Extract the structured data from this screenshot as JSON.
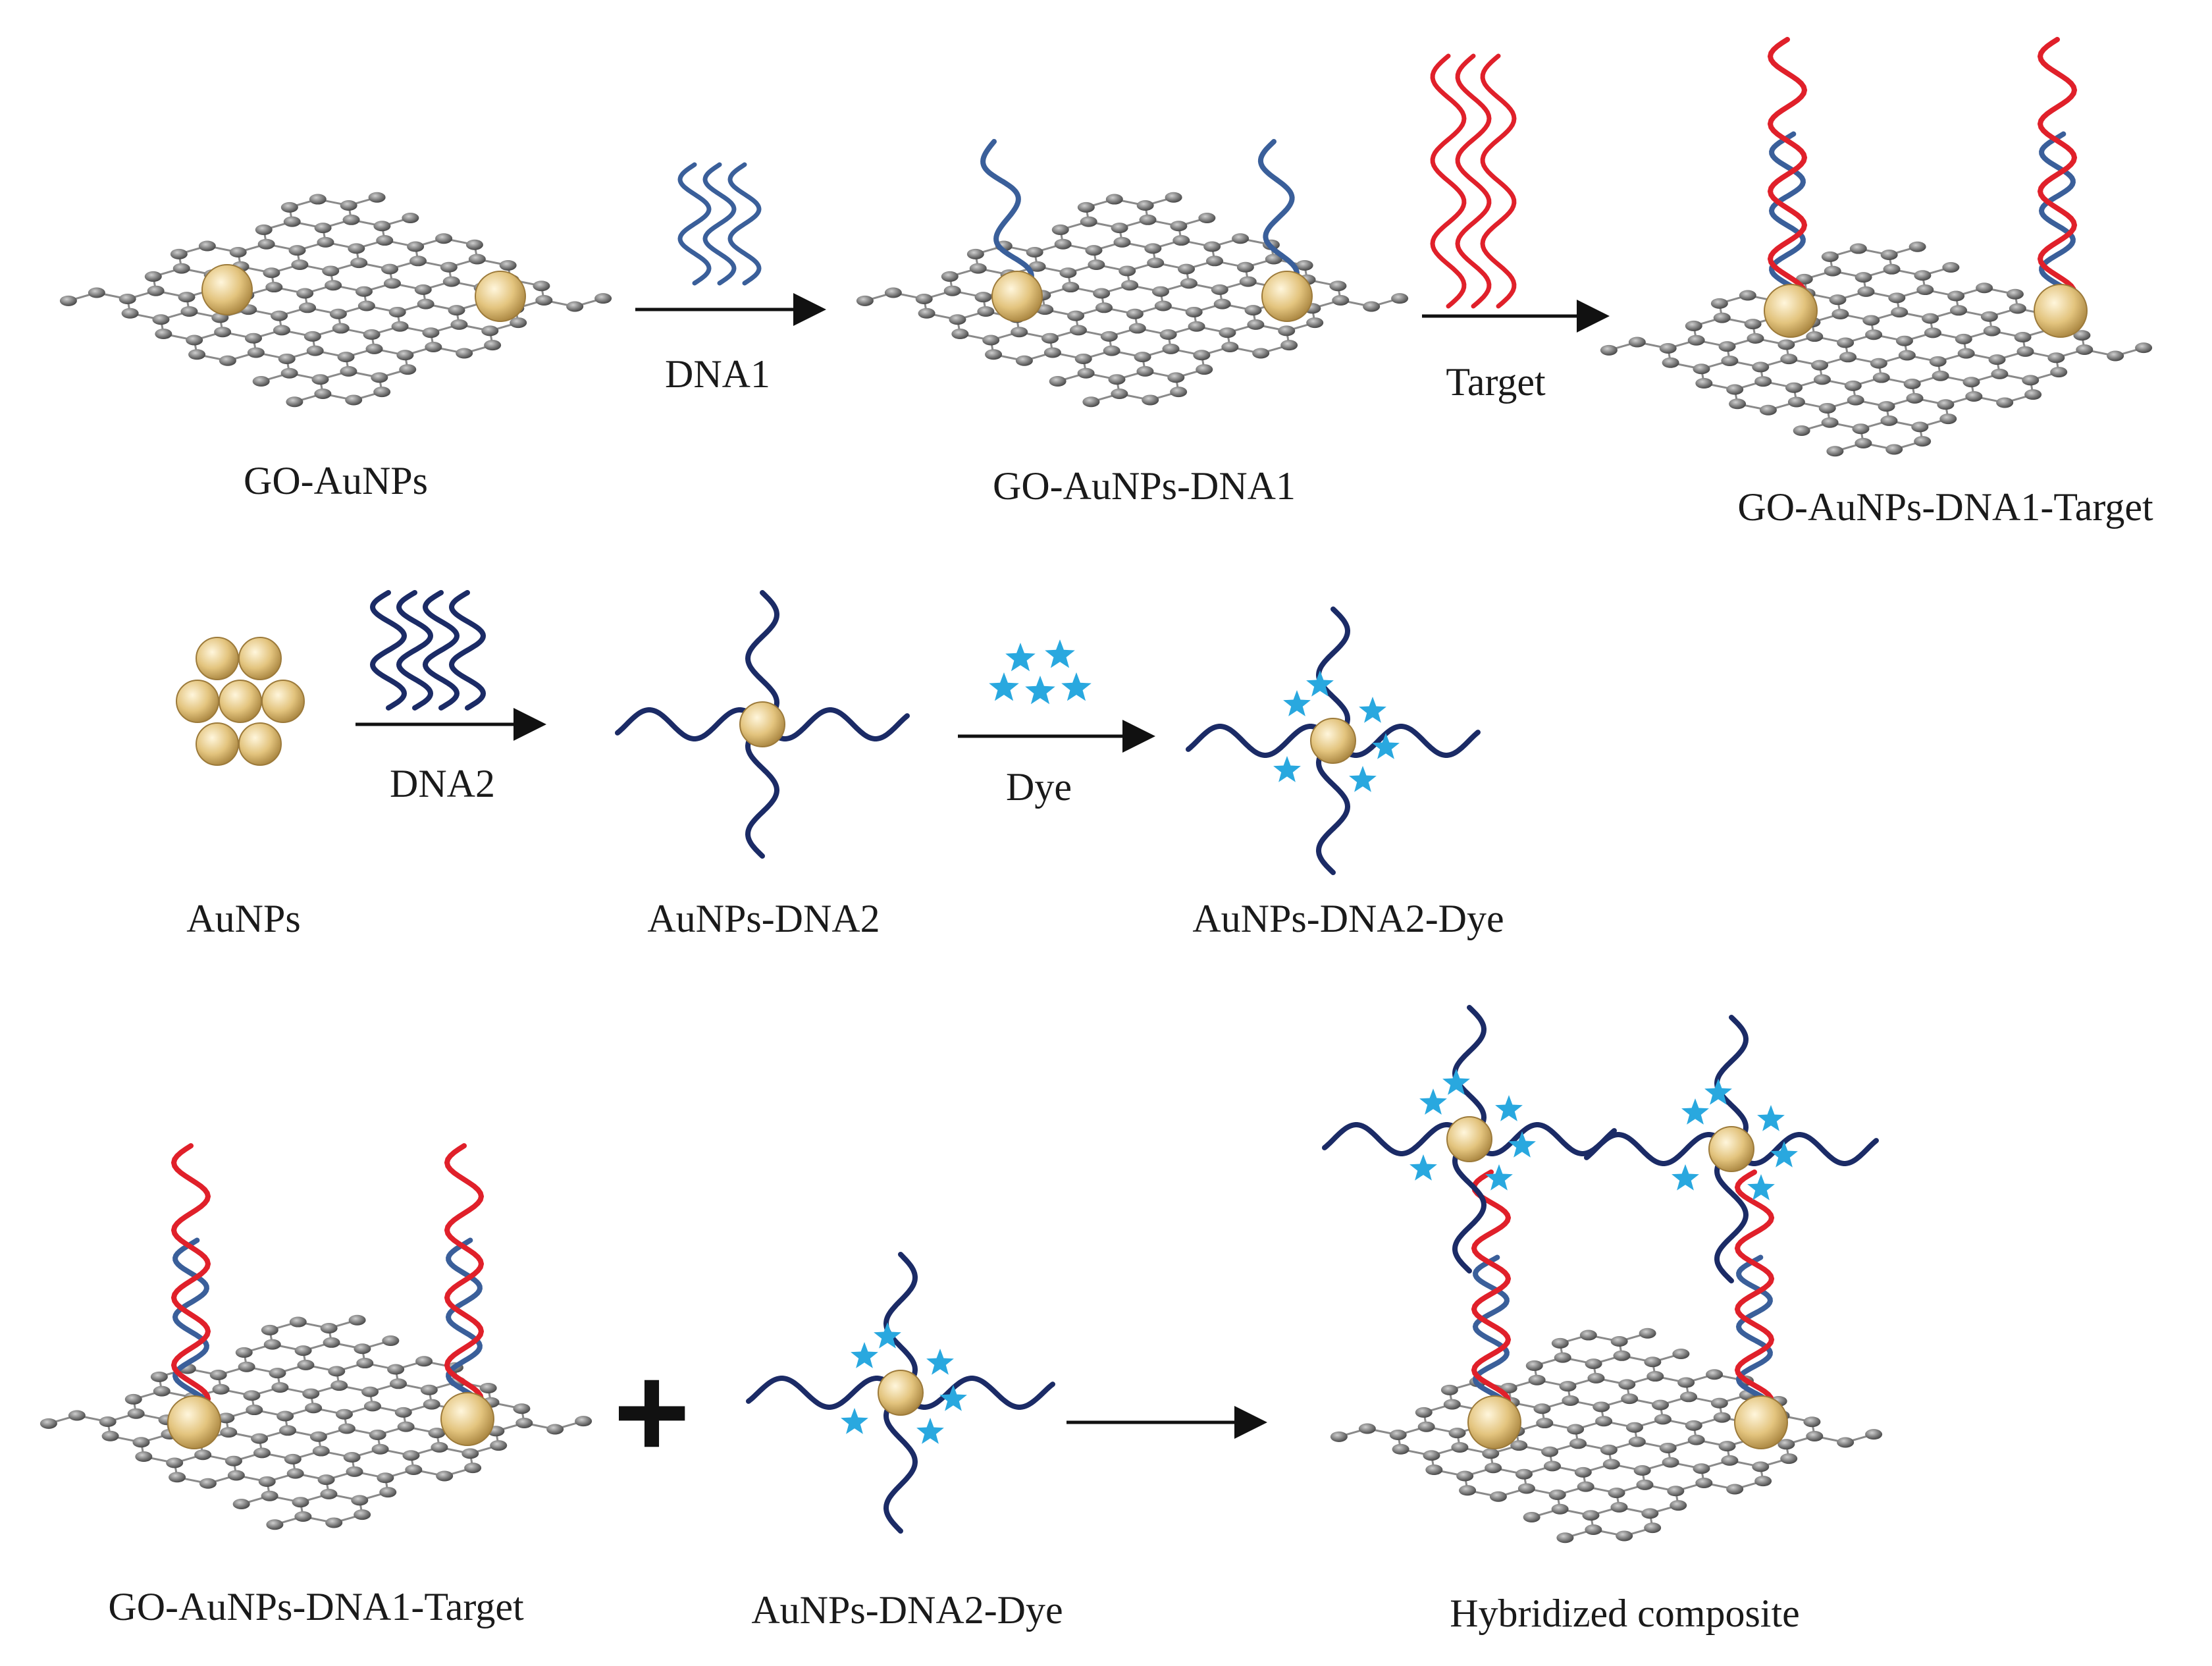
{
  "row1": {
    "go_aunps": "GO-AuNPs",
    "dna1": "DNA1",
    "go_aunps_dna1": "GO-AuNPs-DNA1",
    "target": "Target",
    "go_aunps_dna1_target": "GO-AuNPs-DNA1-Target"
  },
  "row2": {
    "aunps": "AuNPs",
    "dna2": "DNA2",
    "aunps_dna2": "AuNPs-DNA2",
    "dye": "Dye",
    "aunps_dna2_dye": "AuNPs-DNA2-Dye"
  },
  "row3": {
    "go_aunps_dna1_target": "GO-AuNPs-DNA1-Target",
    "plus": "+",
    "aunps_dna2_dye": "AuNPs-DNA2-Dye",
    "hybridized": "Hybridized composite"
  },
  "colors": {
    "dna1_strand": "#3a5f9a",
    "dna2_strand": "#1b2b66",
    "target_strand": "#e0202a",
    "gold": "#e3c47e",
    "graphene_node": "#555555",
    "dye": "#29a8df"
  }
}
